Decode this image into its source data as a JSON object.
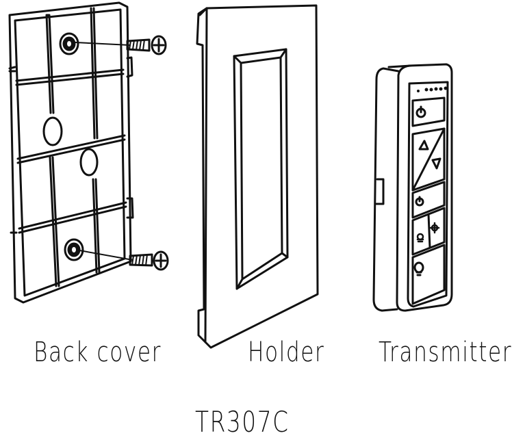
{
  "parts": [
    {
      "id": "back_cover",
      "label": "Back cover"
    },
    {
      "id": "holder",
      "label": "Holder"
    },
    {
      "id": "transmitter",
      "label": "Transmitter"
    }
  ],
  "model": "TR307C",
  "line_color": "#111111",
  "background": "#ffffff",
  "icons": [
    "screw-icon",
    "power-icon",
    "up-arrow-icon",
    "down-arrow-icon",
    "bulb-icon"
  ]
}
